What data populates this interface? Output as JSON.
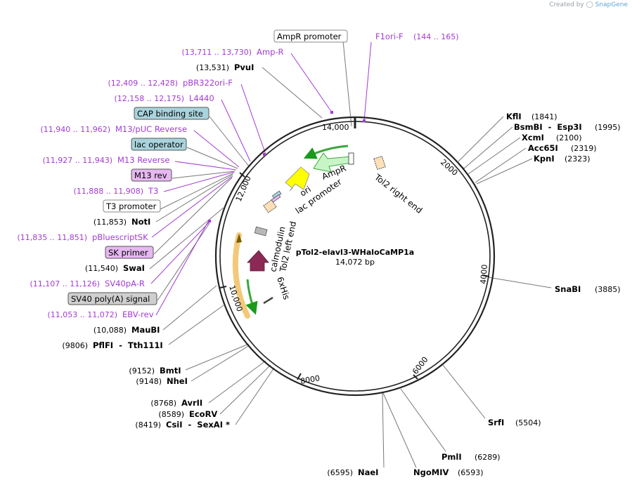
{
  "credit": {
    "prefix": "Created by",
    "brand": "SnapGene"
  },
  "plasmid": {
    "name": "pTol2-elavl3-WHaloCaMP1a",
    "size": "14,072 bp"
  },
  "ticks": [
    "2000",
    "4000",
    "6000",
    "8000",
    "10,000",
    "12,000",
    "14,000"
  ],
  "map_features": [
    "AmpR",
    "ori",
    "lac promoter",
    "Tol2 right end",
    "calmodulin",
    "Tol2 left end",
    "6xHis"
  ],
  "labels": [
    {
      "coord": "",
      "name": "AmpR promoter",
      "kind": "boxed",
      "box": "white"
    },
    {
      "coord": "(144 .. 165)",
      "name": "F1ori-F",
      "kind": "primer"
    },
    {
      "coord": "(13,711 .. 13,730)",
      "name": "Amp-R",
      "kind": "primer"
    },
    {
      "coord": "(13,531)",
      "name": "PvuI",
      "kind": "site"
    },
    {
      "coord": "(12,409 .. 12,428)",
      "name": "pBR322ori-F",
      "kind": "primer"
    },
    {
      "coord": "(12,158 .. 12,175)",
      "name": "L4440",
      "kind": "primer"
    },
    {
      "coord": "",
      "name": "CAP binding site",
      "kind": "boxed",
      "box": "teal"
    },
    {
      "coord": "(11,940 .. 11,962)",
      "name": "M13/pUC Reverse",
      "kind": "primer"
    },
    {
      "coord": "",
      "name": "lac operator",
      "kind": "boxed",
      "box": "teal"
    },
    {
      "coord": "(11,927 .. 11,943)",
      "name": "M13 Reverse",
      "kind": "primer"
    },
    {
      "coord": "",
      "name": "M13 rev",
      "kind": "boxed",
      "box": "purple"
    },
    {
      "coord": "(11,888 .. 11,908)",
      "name": "T3",
      "kind": "primer"
    },
    {
      "coord": "",
      "name": "T3 promoter",
      "kind": "boxed",
      "box": "white"
    },
    {
      "coord": "(11,853)",
      "name": "NotI",
      "kind": "site"
    },
    {
      "coord": "(11,835 .. 11,851)",
      "name": "pBluescriptSK",
      "kind": "primer"
    },
    {
      "coord": "",
      "name": "SK primer",
      "kind": "boxed",
      "box": "purple"
    },
    {
      "coord": "(11,540)",
      "name": "SwaI",
      "kind": "site"
    },
    {
      "coord": "(11,107 .. 11,126)",
      "name": "SV40pA-R",
      "kind": "primer"
    },
    {
      "coord": "",
      "name": "SV40 poly(A) signal",
      "kind": "boxed",
      "box": "grey"
    },
    {
      "coord": "(11,053 .. 11,072)",
      "name": "EBV-rev",
      "kind": "primer"
    },
    {
      "coord": "(10,088)",
      "name": "MauBI",
      "kind": "site"
    },
    {
      "coord": "(9806)",
      "name": "PflFI  -  Tth111I",
      "kind": "site"
    },
    {
      "coord": "(9152)",
      "name": "BmtI",
      "kind": "site"
    },
    {
      "coord": "(9148)",
      "name": "NheI",
      "kind": "site"
    },
    {
      "coord": "(8768)",
      "name": "AvrII",
      "kind": "site"
    },
    {
      "coord": "(8589)",
      "name": "EcoRV",
      "kind": "site"
    },
    {
      "coord": "(8419)",
      "name": "CsiI  -  SexAI *",
      "kind": "site"
    },
    {
      "coord": "(6595)",
      "name": "NaeI",
      "kind": "site"
    },
    {
      "coord": "(6593)",
      "name": "NgoMIV",
      "kind": "site"
    },
    {
      "coord": "(6289)",
      "name": "PmlI",
      "kind": "site"
    },
    {
      "coord": "(5504)",
      "name": "SrfI",
      "kind": "site"
    },
    {
      "coord": "(3885)",
      "name": "SnaBI",
      "kind": "site"
    },
    {
      "coord": "(1841)",
      "name": "KflI",
      "kind": "site"
    },
    {
      "coord": "(1995)",
      "name": "BsmBI  -  Esp3I",
      "kind": "site"
    },
    {
      "coord": "(2100)",
      "name": "XcmI",
      "kind": "site"
    },
    {
      "coord": "(2319)",
      "name": "Acc65I",
      "kind": "site"
    },
    {
      "coord": "(2323)",
      "name": "KpnI",
      "kind": "site"
    }
  ],
  "colors": {
    "backbone": "#222222",
    "primer": "#a23bd2",
    "site_line": "#777777",
    "ampr": "#c8f5c8",
    "ori": "#ffff00",
    "tol2": "#fde0b8",
    "calmodulin": "#8b2a55",
    "orange": "#f2c97a",
    "teal": "#a9d3dd",
    "purple": "#e7b8f2",
    "grey": "#cfcfcf"
  }
}
